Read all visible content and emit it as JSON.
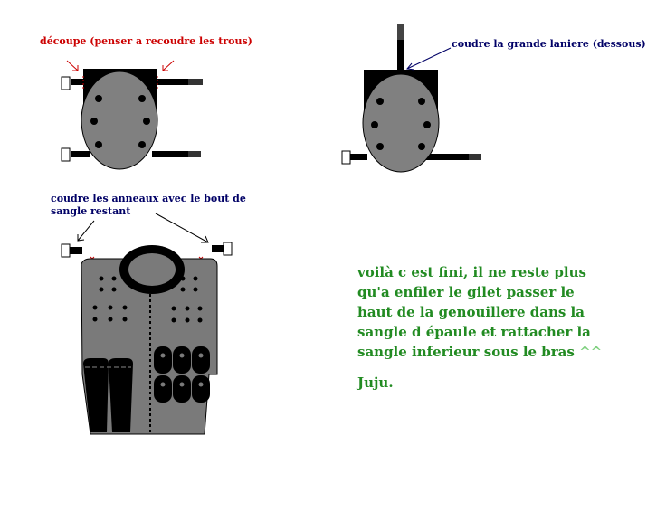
{
  "labels": {
    "cut_note": "découpe (penser a recoudre les trous)",
    "sew_strap_note": "coudre la grande laniere (dessous)",
    "rings_note_line1": "coudre les anneaux avec le bout de",
    "rings_note_line2": "sangle restant"
  },
  "message": {
    "line1": "voilà c est fini, il ne reste plus",
    "line2": "qu'a enfiler le gilet passer le",
    "line3": "haut de la genouillere dans la",
    "line4": "sangle d épaule et rattacher la",
    "line5_text": "sangle inferieur sous le bras ",
    "line5_smiley": "^^",
    "signature": "Juju."
  },
  "colors": {
    "red_label": "#cc0000",
    "navy_label": "#000066",
    "green_text": "#228b22",
    "pad_gray": "#808080",
    "vest_gray": "#7a7a7a"
  }
}
